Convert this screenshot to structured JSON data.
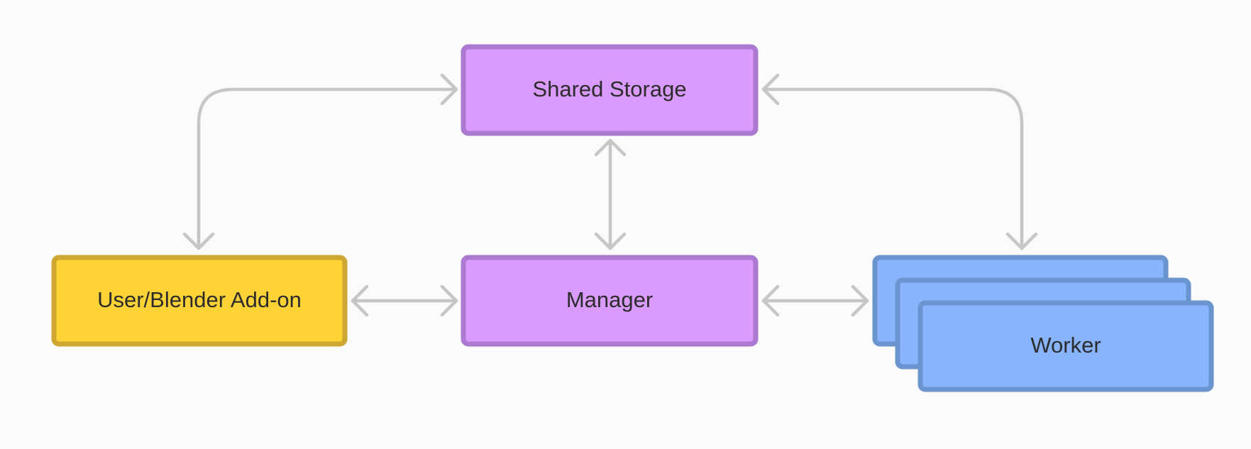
{
  "nodes": {
    "shared_storage": {
      "label": "Shared Storage",
      "fill": "#d99bfd",
      "stroke": "#ab79cf"
    },
    "manager": {
      "label": "Manager",
      "fill": "#d99bfd",
      "stroke": "#ab79cf"
    },
    "user_addon": {
      "label": "User/Blender Add-on",
      "fill": "#ffd335",
      "stroke": "#cea632"
    },
    "worker": {
      "label": "Worker",
      "fill": "#88b4fd",
      "stroke": "#6a94ce"
    }
  },
  "connector_color": "#c6c6c6",
  "background": "#fbfbfb"
}
